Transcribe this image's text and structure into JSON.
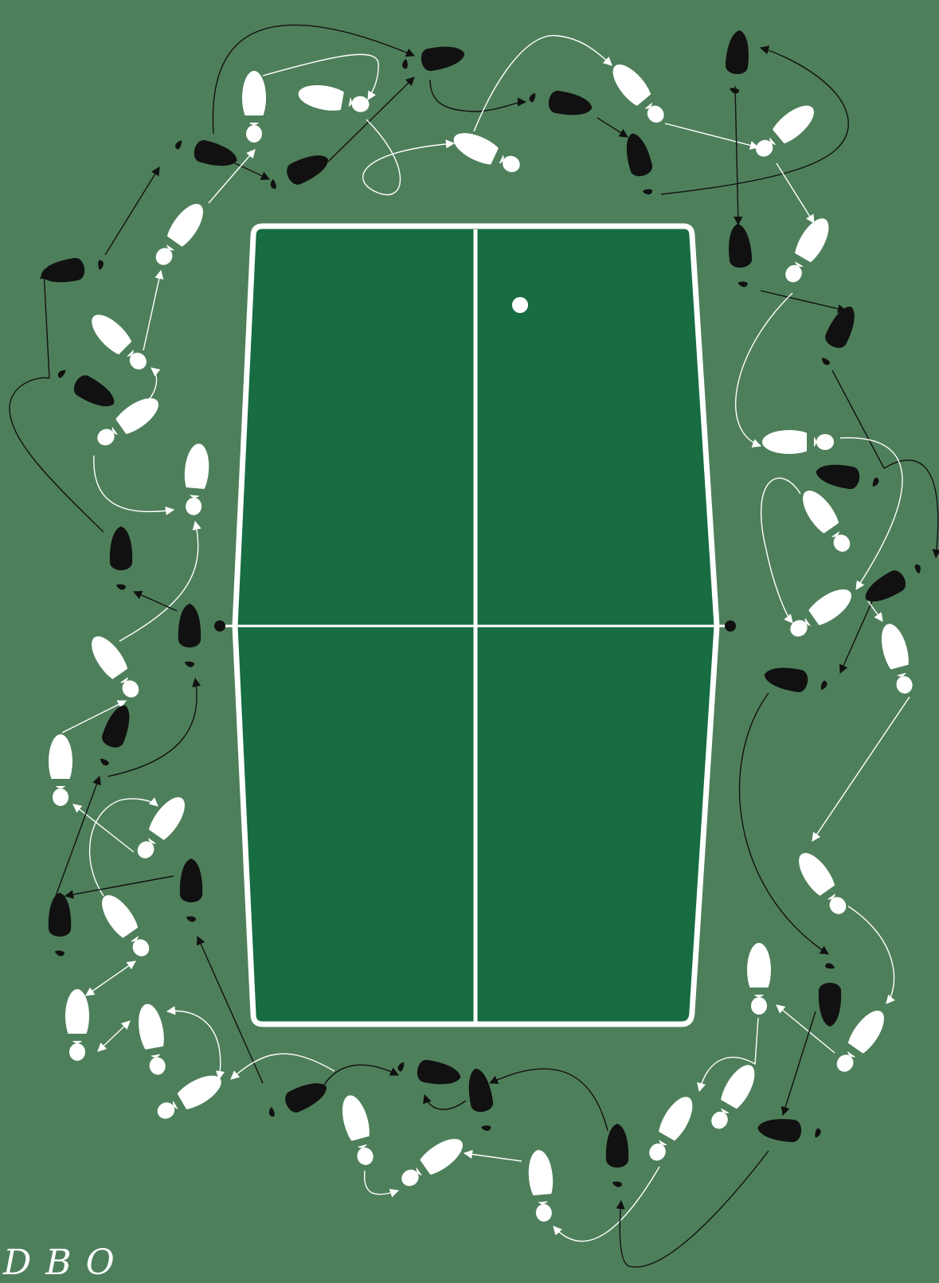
{
  "colors": {
    "background": "#4e7f5b",
    "table_surface": "#176c42",
    "table_lines": "#ffffff",
    "player_a_shoes": "#ffffff",
    "player_b_shoes": "#111111",
    "ball": "#ffffff"
  },
  "caption": "D  B  O",
  "scene": {
    "table": {
      "lines": [
        "center-line",
        "net-line"
      ]
    },
    "ball": "ball",
    "net_posts": [
      "net-post-left",
      "net-post-right"
    ],
    "footprint_sets": [
      "white",
      "black"
    ]
  }
}
